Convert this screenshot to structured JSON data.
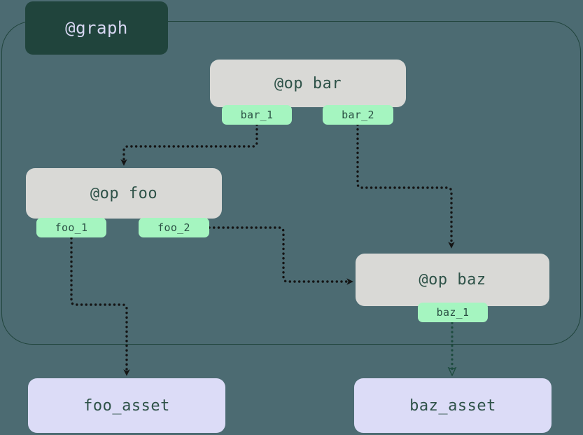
{
  "diagram": {
    "type": "op-asset-dependency-graph",
    "background_color": "#4c6b72",
    "container": {
      "label": "@graph",
      "label_bg": "#20443c",
      "label_fg": "#d7d7f2",
      "border_color": "#20443c"
    },
    "op_node_bg": "#d9d9d6",
    "op_node_fg": "#2e5248",
    "port_bg": "#a5f5c0",
    "port_fg": "#2a4f43",
    "asset_node_bg": "#dcdcf7",
    "asset_node_fg": "#2e5248",
    "edge_color_solid": "#141414",
    "edge_color_asset": "#1d4b3e"
  },
  "ops": [
    {
      "id": "bar",
      "label": "@op bar",
      "ports": [
        {
          "id": "bar_1",
          "label": "bar_1"
        },
        {
          "id": "bar_2",
          "label": "bar_2"
        }
      ]
    },
    {
      "id": "foo",
      "label": "@op foo",
      "ports": [
        {
          "id": "foo_1",
          "label": "foo_1"
        },
        {
          "id": "foo_2",
          "label": "foo_2"
        }
      ]
    },
    {
      "id": "baz",
      "label": "@op baz",
      "ports": [
        {
          "id": "baz_1",
          "label": "baz_1"
        }
      ]
    }
  ],
  "assets": [
    {
      "id": "foo_asset",
      "label": "foo_asset"
    },
    {
      "id": "baz_asset",
      "label": "baz_asset"
    }
  ],
  "edges": [
    {
      "from": "bar_1",
      "to": "foo",
      "style": "dotted",
      "arrow": "filled"
    },
    {
      "from": "bar_2",
      "to": "baz",
      "style": "dotted",
      "arrow": "filled"
    },
    {
      "from": "foo_2",
      "to": "baz",
      "style": "dotted",
      "arrow": "filled"
    },
    {
      "from": "foo_1",
      "to": "foo_asset",
      "style": "dotted",
      "arrow": "filled"
    },
    {
      "from": "baz_1",
      "to": "baz_asset",
      "style": "dotted",
      "arrow": "hollow"
    }
  ]
}
